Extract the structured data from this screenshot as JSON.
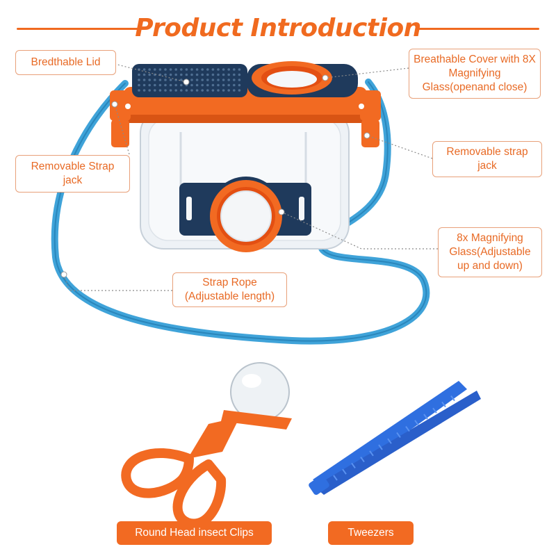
{
  "title": "Product Introduction",
  "colors": {
    "accent": "#f06a1f",
    "label_border": "#e8a079",
    "strap": "#3fa3d9",
    "lid": "#1f3a5c",
    "tweezers": "#2f6fe0"
  },
  "callouts": {
    "lid": "Bredthable Lid",
    "cover": "Breathable Cover with 8X Magnifying Glass(openand close)",
    "strap_jack_left": "Removable Strap jack",
    "strap_jack_right": "Removable strap jack",
    "magnifier": "8x Magnifying Glass(Adjustable up and down)",
    "strap_rope": "Strap Rope (Adjustable length)"
  },
  "accessories": {
    "clips": "Round Head insect Clips",
    "tweezers": "Tweezers"
  }
}
